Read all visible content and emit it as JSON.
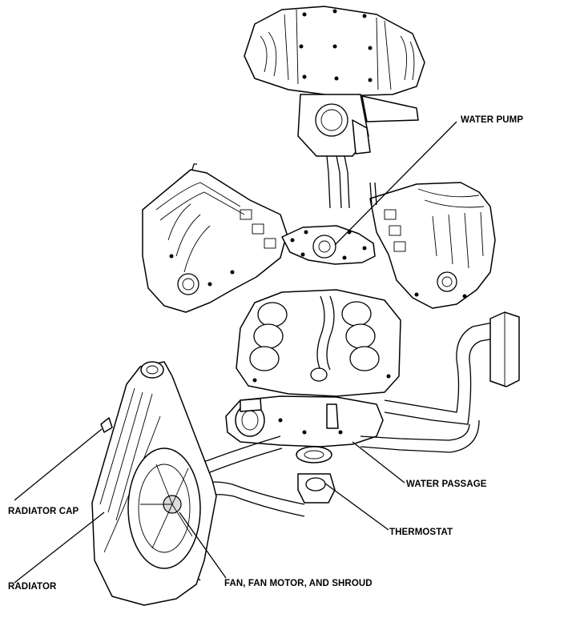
{
  "labels": {
    "water_pump": "WATER PUMP",
    "water_passage": "WATER PASSAGE",
    "thermostat": "THERMOSTAT",
    "radiator_cap": "RADIATOR CAP",
    "radiator": "RADIATOR",
    "fan": "FAN, FAN MOTOR, AND SHROUD"
  }
}
